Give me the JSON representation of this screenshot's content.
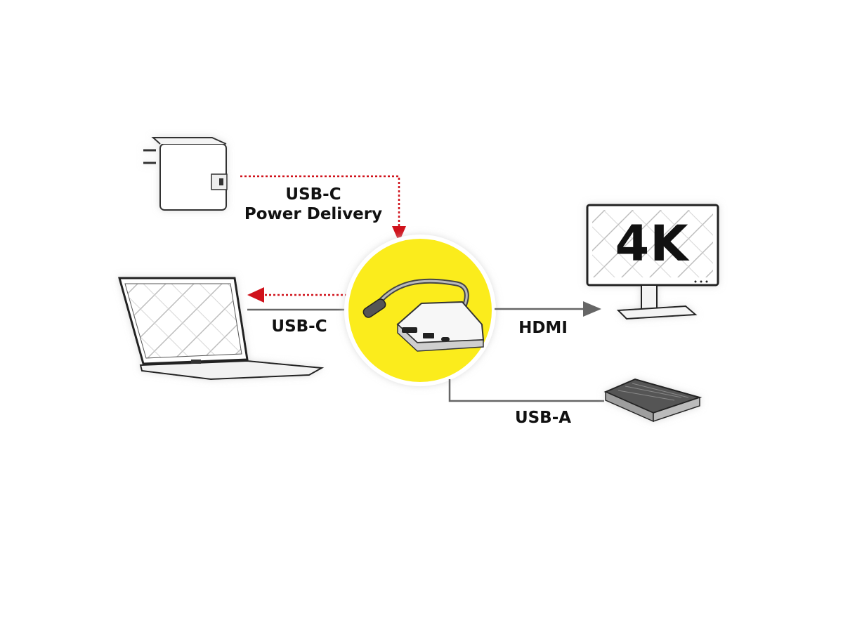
{
  "connections": {
    "power_label_line1": "USB-C",
    "power_label_line2": "Power Delivery",
    "laptop_label": "USB-C",
    "monitor_label": "HDMI",
    "drive_label": "USB-A"
  },
  "monitor": {
    "screen_text": "4K"
  },
  "colors": {
    "power_arrow": "#d0121b",
    "data_line": "#666666",
    "hub_circle": "#fbec1c"
  },
  "icons": [
    "power-adapter-icon",
    "laptop-icon",
    "usb-c-hub-icon",
    "monitor-icon",
    "external-drive-icon"
  ]
}
